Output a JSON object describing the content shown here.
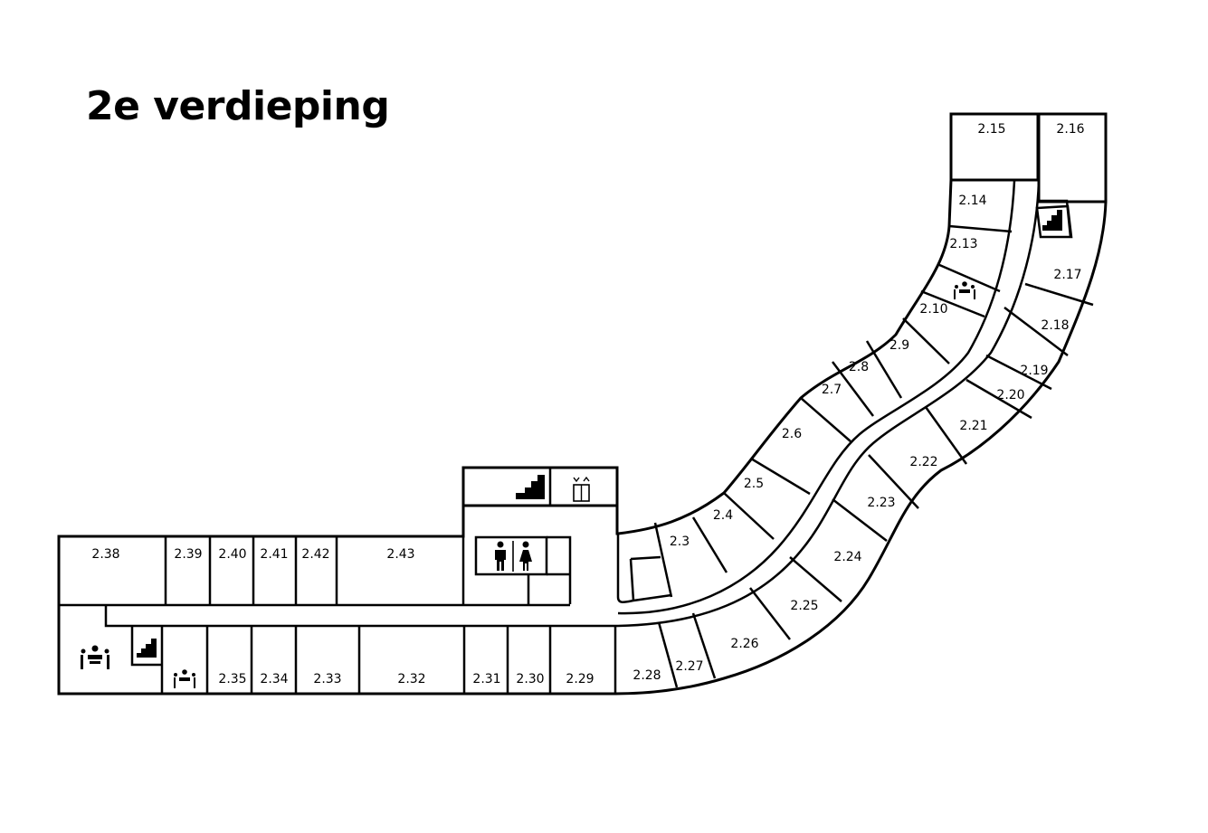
{
  "title": "2e verdieping",
  "rooms": [
    {
      "id": "r215",
      "label": "2.15"
    },
    {
      "id": "r216",
      "label": "2.16"
    },
    {
      "id": "r214",
      "label": "2.14"
    },
    {
      "id": "r213",
      "label": "2.13"
    },
    {
      "id": "r210",
      "label": "2.10"
    },
    {
      "id": "r217",
      "label": "2.17"
    },
    {
      "id": "r218",
      "label": "2.18"
    },
    {
      "id": "r29",
      "label": "2.9"
    },
    {
      "id": "r28",
      "label": "2.8"
    },
    {
      "id": "r219",
      "label": "2.19"
    },
    {
      "id": "r27",
      "label": "2.7"
    },
    {
      "id": "r220",
      "label": "2.20"
    },
    {
      "id": "r221",
      "label": "2.21"
    },
    {
      "id": "r26",
      "label": "2.6"
    },
    {
      "id": "r222",
      "label": "2.22"
    },
    {
      "id": "r25",
      "label": "2.5"
    },
    {
      "id": "r223",
      "label": "2.23"
    },
    {
      "id": "r24",
      "label": "2.4"
    },
    {
      "id": "r23",
      "label": "2.3"
    },
    {
      "id": "r224",
      "label": "2.24"
    },
    {
      "id": "r225",
      "label": "2.25"
    },
    {
      "id": "r226",
      "label": "2.26"
    },
    {
      "id": "r227",
      "label": "2.27"
    },
    {
      "id": "r228",
      "label": "2.28"
    },
    {
      "id": "r229",
      "label": "2.29"
    },
    {
      "id": "r230",
      "label": "2.30"
    },
    {
      "id": "r231",
      "label": "2.31"
    },
    {
      "id": "r232",
      "label": "2.32"
    },
    {
      "id": "r233",
      "label": "2.33"
    },
    {
      "id": "r234",
      "label": "2.34"
    },
    {
      "id": "r235",
      "label": "2.35"
    },
    {
      "id": "r238",
      "label": "2.38"
    },
    {
      "id": "r239",
      "label": "2.39"
    },
    {
      "id": "r240",
      "label": "2.40"
    },
    {
      "id": "r241",
      "label": "2.41"
    },
    {
      "id": "r242",
      "label": "2.42"
    },
    {
      "id": "r243",
      "label": "2.43"
    }
  ],
  "icons": [
    "stairs-icon",
    "elevator-icon",
    "toilet-icon",
    "meeting-icon"
  ]
}
